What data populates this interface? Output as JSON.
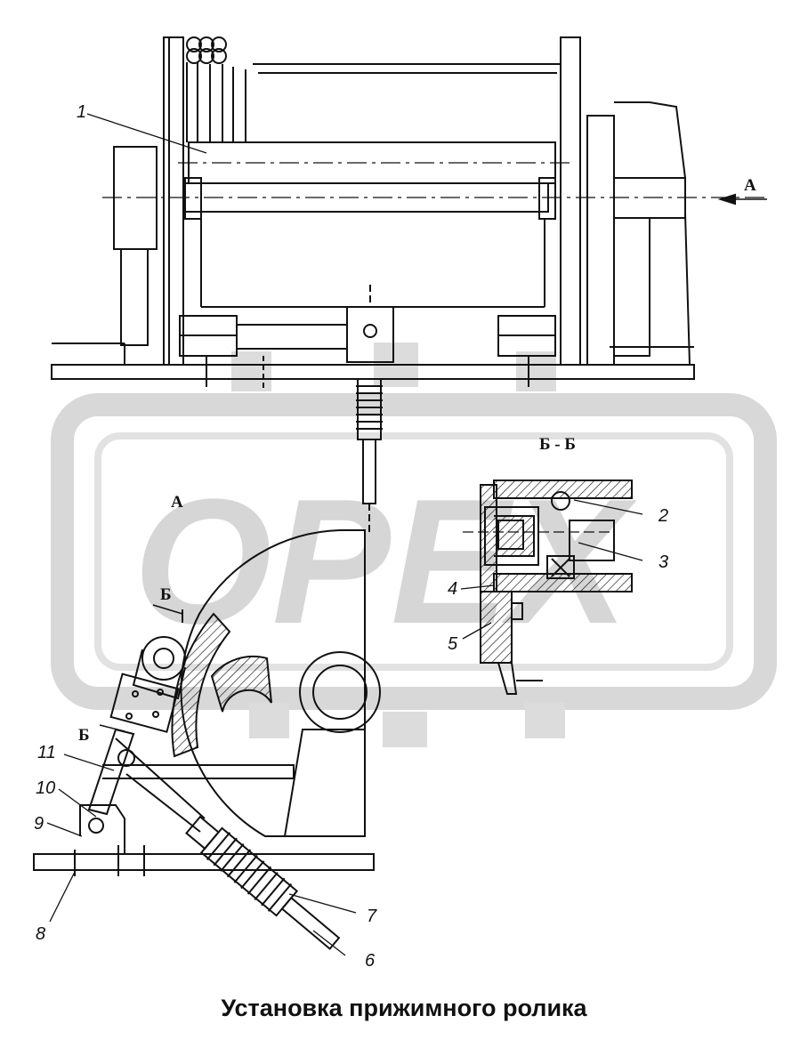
{
  "caption": "Установка прижимного ролика",
  "watermark": {
    "text": "OPEX",
    "color": "#d6d6d6"
  },
  "views": {
    "arrow_a": "А",
    "view_a": "А",
    "section_mark_top": "Б",
    "section_mark_bottom": "Б",
    "section_title": "Б - Б"
  },
  "callouts": {
    "c1": "1",
    "c2": "2",
    "c3": "3",
    "c4": "4",
    "c5": "5",
    "c6": "6",
    "c7": "7",
    "c8": "8",
    "c9": "9",
    "c10": "10",
    "c11": "11"
  },
  "colors": {
    "line": "#111111",
    "background": "#ffffff"
  }
}
